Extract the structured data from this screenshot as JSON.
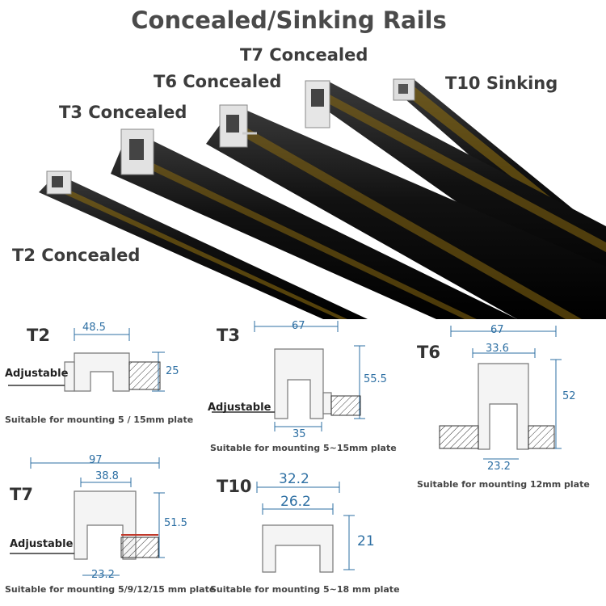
{
  "header": {
    "title": "Concealed/Sinking Rails"
  },
  "rails": [
    {
      "id": "t7",
      "label": "T7 Concealed"
    },
    {
      "id": "t6",
      "label": "T6 Concealed"
    },
    {
      "id": "t10",
      "label": "T10 Sinking"
    },
    {
      "id": "t3",
      "label": "T3 Concealed"
    },
    {
      "id": "t2",
      "label": "T2 Concealed"
    }
  ],
  "diagrams": {
    "t2": {
      "code": "T2",
      "width": "48.5",
      "height": "25",
      "adjustable": "Adjustable",
      "note": "Suitable for mounting 5 / 15mm plate"
    },
    "t3": {
      "code": "T3",
      "width": "67",
      "height": "55.5",
      "bottom": "35",
      "adjustable": "Adjustable",
      "note": "Suitable for mounting 5~15mm plate"
    },
    "t6": {
      "code": "T6",
      "width": "67",
      "inner": "33.6",
      "height": "52",
      "bottom": "23.2",
      "note": "Suitable for mounting 12mm plate"
    },
    "t7": {
      "code": "T7",
      "width": "97",
      "inner": "38.8",
      "height": "51.5",
      "bottom": "23.2",
      "adjustable": "Adjustable",
      "note": "Suitable for mounting 5/9/12/15 mm plate"
    },
    "t10": {
      "code": "T10",
      "width": "32.2",
      "inner": "26.2",
      "height": "21",
      "note": "Suitable for mounting 5~18 mm plate"
    }
  },
  "colors": {
    "rail": "#0e0e0e",
    "rail_highlight": "#3a3a3a",
    "stripe": "#8a6a10",
    "dimension": "#2d6fa3",
    "title": "#4a4a4a"
  }
}
